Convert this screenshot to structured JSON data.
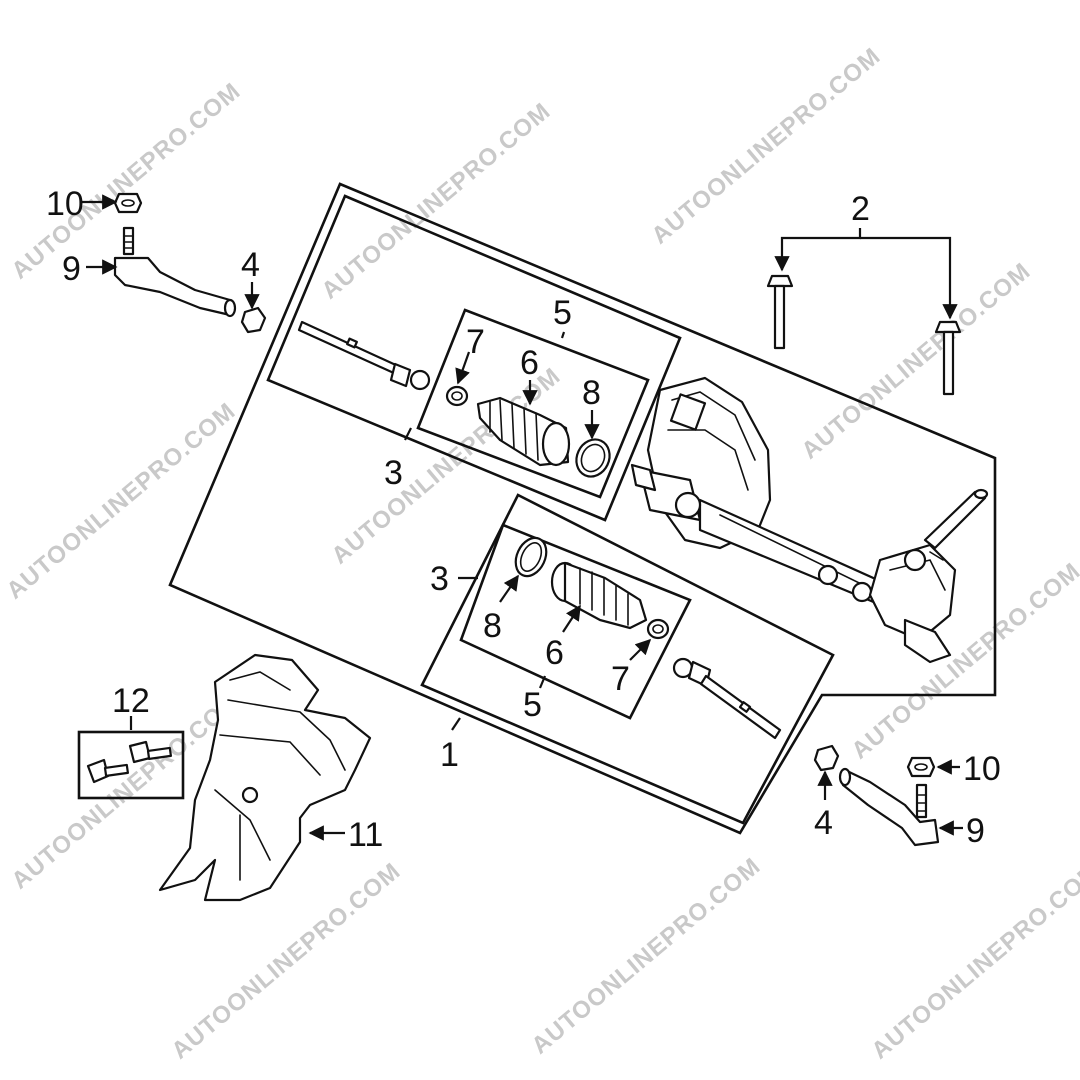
{
  "watermark": {
    "text": "AUTOONLINEPRO.COM"
  },
  "callouts": {
    "c1": "1",
    "c2": "2",
    "c3a": "3",
    "c3b": "3",
    "c4a": "4",
    "c4b": "4",
    "c5a": "5",
    "c5b": "5",
    "c6a": "6",
    "c6b": "6",
    "c7a": "7",
    "c7b": "7",
    "c8a": "8",
    "c8b": "8",
    "c9a": "9",
    "c9b": "9",
    "c10a": "10",
    "c10b": "10",
    "c11": "11",
    "c12": "12"
  }
}
